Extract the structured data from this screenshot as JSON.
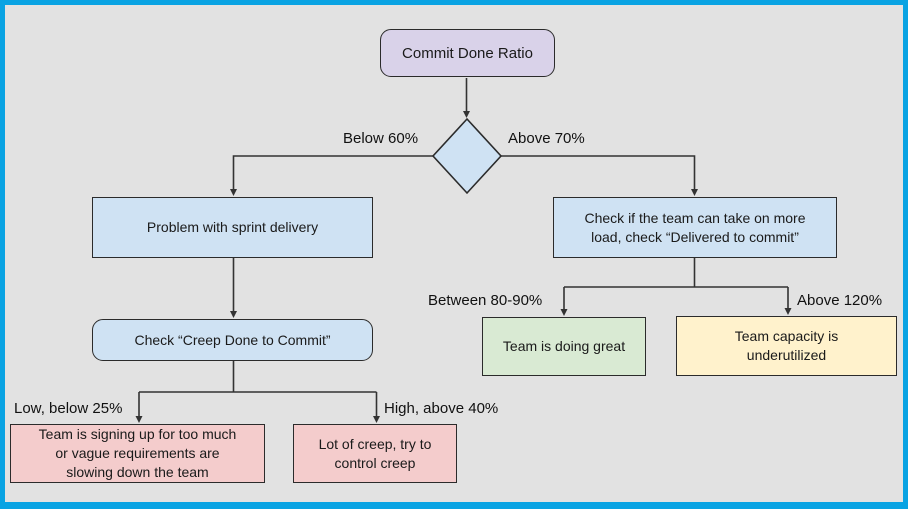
{
  "diagram": {
    "type": "flowchart",
    "colors": {
      "frame_border": "#09a3e3",
      "background": "#e2e2e2",
      "connector": "#333333",
      "node_border": "#2b2b2b",
      "purple_fill": "#d9d2e9",
      "blue_fill": "#cfe2f3",
      "green_fill": "#d9ead3",
      "yellow_fill": "#fff2cc",
      "pink_fill": "#f4cccc"
    },
    "nodes": {
      "root": {
        "label": "Commit Done Ratio",
        "shape": "rounded-rect",
        "fill": "#d9d2e9"
      },
      "decision": {
        "label": "",
        "shape": "diamond",
        "fill": "#cfe2f3"
      },
      "problem": {
        "lines": [
          "Problem with sprint delivery"
        ],
        "shape": "rect",
        "fill": "#cfe2f3"
      },
      "check_load": {
        "lines": [
          "Check if the team can take on more",
          "load, check “Delivered to commit”"
        ],
        "shape": "rect",
        "fill": "#cfe2f3"
      },
      "check_creep": {
        "lines": [
          "Check “Creep Done to Commit”"
        ],
        "shape": "rounded-rect",
        "fill": "#cfe2f3"
      },
      "too_much": {
        "lines": [
          "Team is signing up for too much",
          "or vague requirements are",
          "slowing down the team"
        ],
        "shape": "rect",
        "fill": "#f4cccc"
      },
      "creep_control": {
        "lines": [
          "Lot of creep, try to",
          "control creep"
        ],
        "shape": "rect",
        "fill": "#f4cccc"
      },
      "doing_great": {
        "lines": [
          "Team is doing great"
        ],
        "shape": "rect",
        "fill": "#d9ead3"
      },
      "underutilized": {
        "lines": [
          "Team capacity is",
          "underutilized"
        ],
        "shape": "rect",
        "fill": "#fff2cc"
      }
    },
    "edge_labels": {
      "below_60": "Below 60%",
      "above_70": "Above 70%",
      "low_below_25": "Low, below 25%",
      "high_above_40": "High, above 40%",
      "between_80_90": "Between 80-90%",
      "above_120": "Above 120%"
    }
  }
}
